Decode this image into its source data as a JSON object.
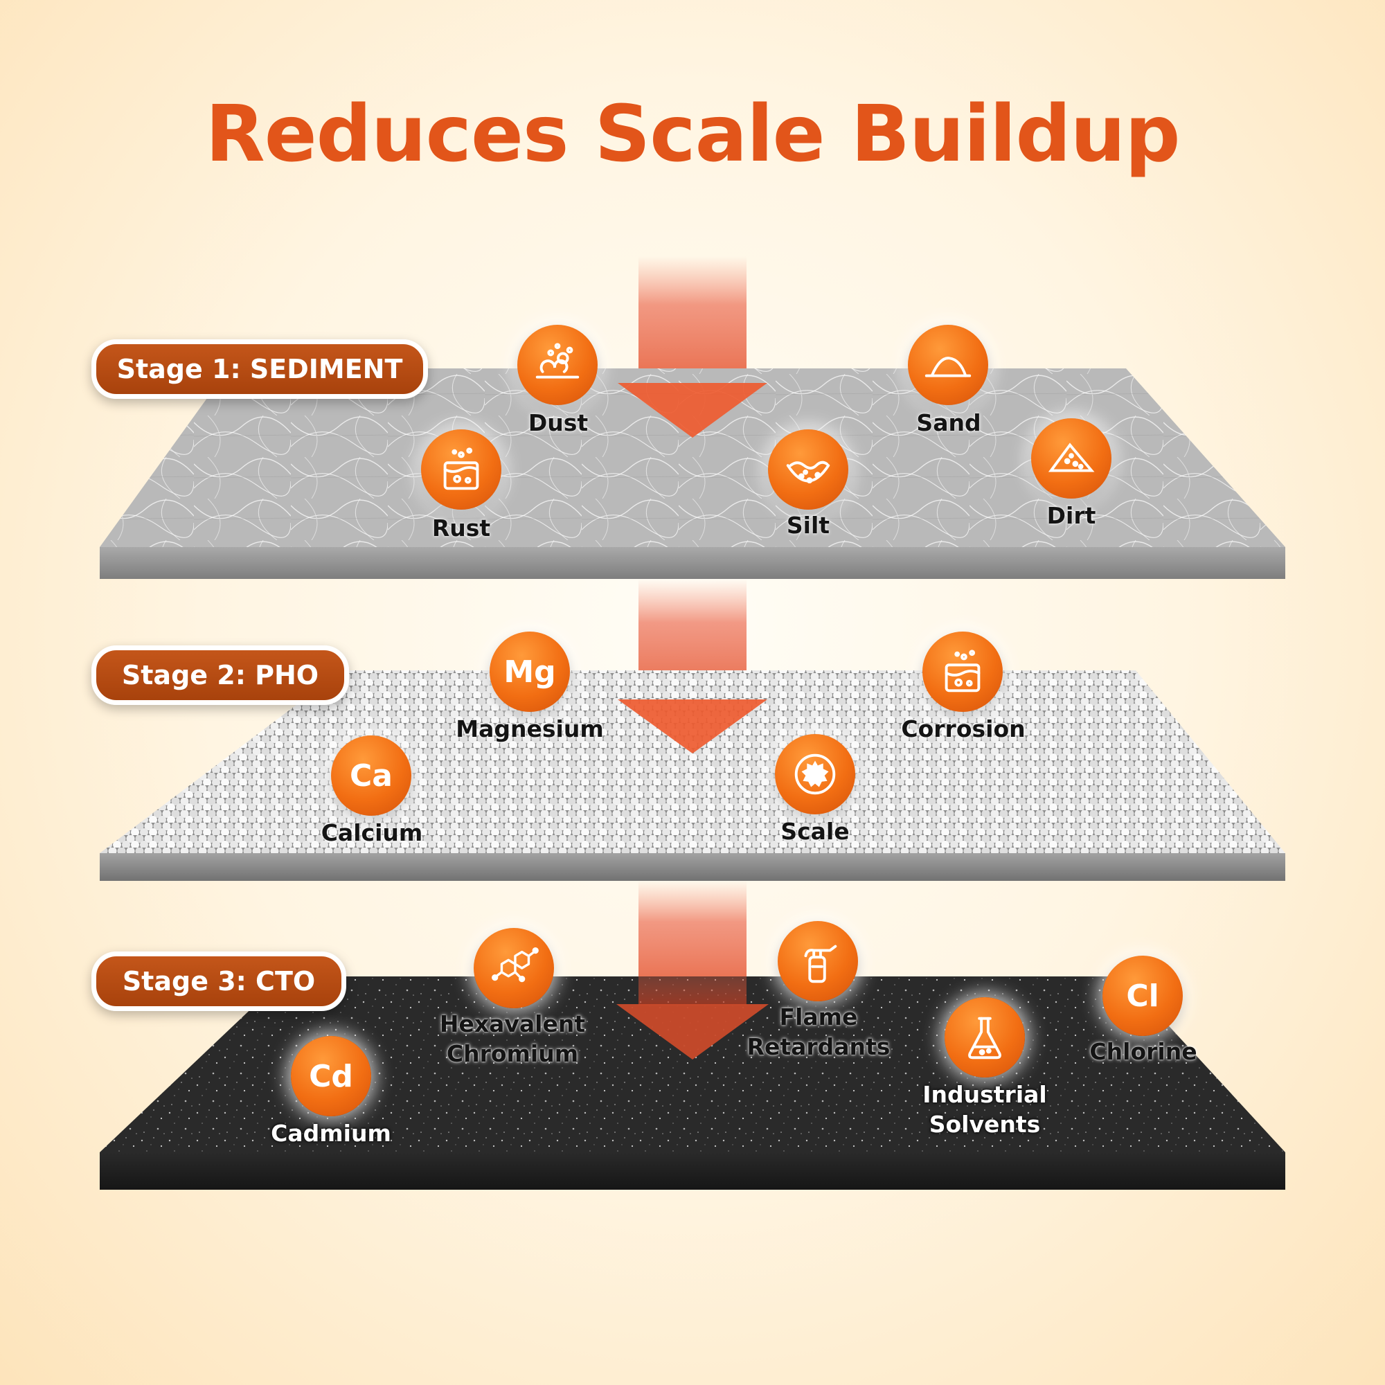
{
  "title": "Reduces Scale Buildup",
  "accent_color": "#e2551a",
  "badge_color": "#f26e13",
  "stages": [
    {
      "label": "Stage 1: SEDIMENT",
      "items": [
        {
          "name": "Dust",
          "icon": "dust-icon"
        },
        {
          "name": "Sand",
          "icon": "sand-icon"
        },
        {
          "name": "Rust",
          "icon": "rust-icon"
        },
        {
          "name": "Silt",
          "icon": "silt-icon"
        },
        {
          "name": "Dirt",
          "icon": "dirt-icon"
        }
      ]
    },
    {
      "label": "Stage 2: PHO",
      "items": [
        {
          "name": "Magnesium",
          "symbol": "Mg"
        },
        {
          "name": "Corrosion",
          "icon": "corrosion-icon"
        },
        {
          "name": "Calcium",
          "symbol": "Ca"
        },
        {
          "name": "Scale",
          "icon": "scale-gear-icon"
        }
      ]
    },
    {
      "label": "Stage 3: CTO",
      "items": [
        {
          "name": "Hexavalent Chromium",
          "icon": "molecule-icon"
        },
        {
          "name": "Flame Retardants",
          "icon": "extinguisher-icon"
        },
        {
          "name": "Chlorine",
          "symbol": "Cl"
        },
        {
          "name": "Cadmium",
          "symbol": "Cd"
        },
        {
          "name": "Industrial Solvents",
          "icon": "flask-icon"
        }
      ]
    }
  ]
}
